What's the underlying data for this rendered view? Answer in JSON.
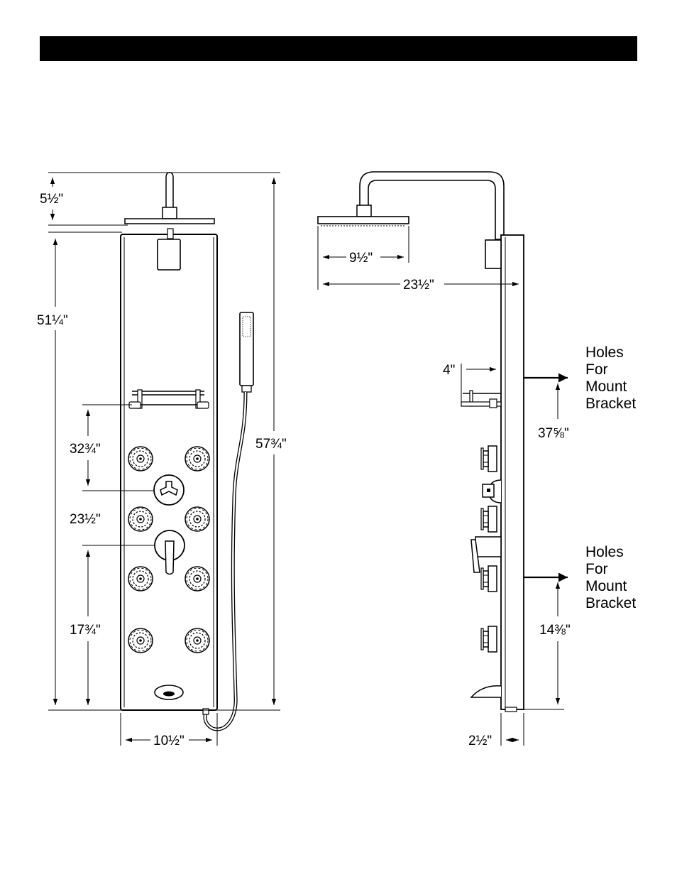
{
  "header": {
    "title": ""
  },
  "front_view": {
    "dimensions": {
      "rain_head_height": "5½\"",
      "panel_height": "51¼\"",
      "overall_height": "57¾\"",
      "shelf_height": "32¾\"",
      "thermostat_height": "23½\"",
      "diverter_height": "17¾\"",
      "panel_width": "10½\""
    }
  },
  "side_view": {
    "dimensions": {
      "head_diameter": "9½\"",
      "arm_reach": "23½\"",
      "shelf_depth": "4\"",
      "upper_bracket_height": "37⅝\"",
      "lower_bracket_height": "14⅜\"",
      "panel_depth": "2½\""
    },
    "upper_bracket_label": [
      "Holes",
      "For",
      "Mount",
      "Bracket"
    ],
    "lower_bracket_label": [
      "Holes",
      "For",
      "Mount",
      "Bracket"
    ]
  }
}
